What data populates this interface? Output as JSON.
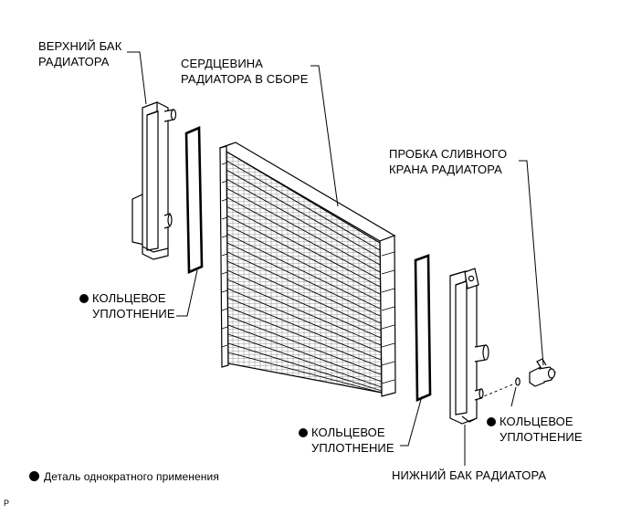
{
  "labels": {
    "upper_tank": [
      "ВЕРХНИЙ БАК",
      "РАДИАТОРА"
    ],
    "core": [
      "СЕРДЦЕВИНА",
      "РАДИАТОРА В СБОРЕ"
    ],
    "drain_cock": [
      "ПРОБКА СЛИВНОГО",
      "КРАНА РАДИАТОРА"
    ],
    "o_ring_left": [
      "КОЛЬЦЕВОЕ",
      "УПЛОТНЕНИЕ"
    ],
    "o_ring_mid": [
      "КОЛЬЦЕВОЕ",
      "УПЛОТНЕНИЕ"
    ],
    "o_ring_right": [
      "КОЛЬЦЕВОЕ",
      "УПЛОТНЕНИЕ"
    ],
    "lower_tank": "НИЖНИЙ БАК РАДИАТОРА"
  },
  "legend": {
    "text": "Деталь однократного применения"
  },
  "corner_mark": "P"
}
